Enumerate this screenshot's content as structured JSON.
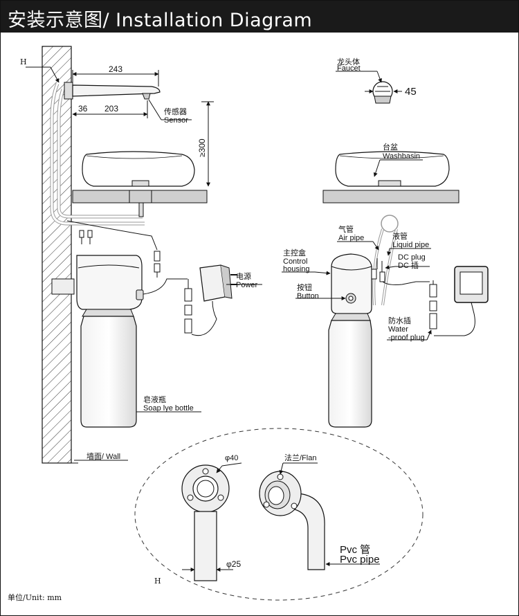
{
  "title": "安装示意图/ Installation Diagram",
  "unit": "单位/Unit: mm",
  "left": {
    "h_mark": "H",
    "dim_243": "243",
    "dim_36": "36",
    "dim_203": "203",
    "dim_300": "≥300",
    "sensor_cn": "传感器",
    "sensor_en": "Sensor",
    "power_cn": "电源",
    "power_en": "Power",
    "bottle_cn": "皂液瓶",
    "bottle_en": "Soap lye bottle",
    "wall": "墙面/ Wall"
  },
  "right": {
    "faucet_cn": "龙头体",
    "faucet_en": "Faucet",
    "dim_45": "45",
    "basin_cn": "台盆",
    "basin_en": "Washbasin",
    "air_cn": "气管",
    "air_en": "Air pipe",
    "liquid_cn": "液管",
    "liquid_en": "Liquid pipe",
    "control_cn": "主控盒",
    "control_en1": "Control",
    "control_en2": "housing",
    "dc_en": "DC plug",
    "dc_cn": "DC 插",
    "button_cn": "按钮",
    "button_en": "Button",
    "water_cn": "防水插",
    "water_en1": "Water",
    "water_en2": "-proof plug"
  },
  "detail": {
    "phi40": "φ40",
    "flan": "法兰/Flan",
    "phi25": "φ25",
    "pvc_cn": "Pvc 管",
    "pvc_en": "Pvc pipe",
    "h_mark": "H"
  }
}
